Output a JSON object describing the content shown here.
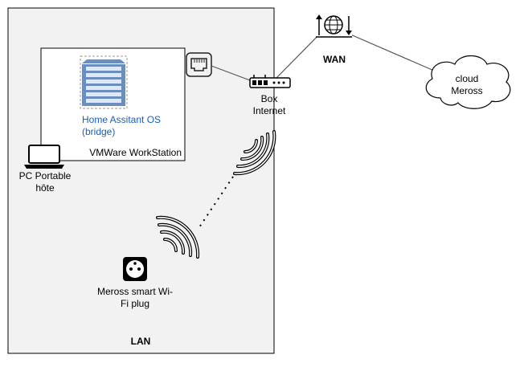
{
  "labels": {
    "lan": "LAN",
    "wan": "WAN",
    "vmware": "VMWare WorkStation",
    "ha_line1": "Home Assitant OS",
    "ha_line2": "(bridge)",
    "pc_line1": "PC Portable",
    "pc_line2": "hôte",
    "box_line1": "Box",
    "box_line2": "Internet",
    "cloud_line1": "cloud",
    "cloud_line2": "Meross",
    "plug_line1": "Meross smart Wi-",
    "plug_line2": "Fi plug"
  },
  "colors": {
    "lan_fill": "#f2f2f2",
    "stroke": "#000000",
    "server_blue": "#6c8ebf",
    "link": "#555555",
    "ha_text": "#1a5fb4"
  },
  "icons": {
    "server": "server-icon",
    "ethernet": "ethernet-port-icon",
    "router": "router-icon",
    "globe": "globe-icon",
    "cloud": "cloud-icon",
    "laptop": "laptop-icon",
    "wifi_signal": "wifi-signal-icon",
    "plug": "smart-plug-icon"
  }
}
